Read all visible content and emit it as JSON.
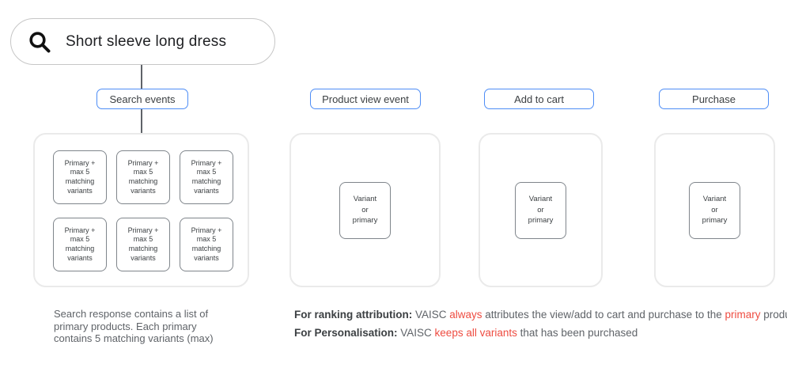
{
  "search": {
    "query": "Short sleeve long dress",
    "icon": "magnifier"
  },
  "events": {
    "search_events": {
      "label": "Search events"
    },
    "product_view": {
      "label": "Product view event"
    },
    "add_to_cart": {
      "label": "Add to cart"
    },
    "purchase": {
      "label": "Purchase"
    }
  },
  "boxes": {
    "primary": "Primary +\nmax 5\nmatching\nvariants",
    "variant": "Variant\nor\nprimary"
  },
  "notes": {
    "search_response": "Search response contains a list of\nprimary products. Each primary\ncontains 5 matching variants (max)",
    "ranking": {
      "label": "For ranking attribution:",
      "t1": " VAISC ",
      "red1": "always",
      "t2": " attributes the view/add to cart and purchase to the ",
      "red2": "primary",
      "t3": " product."
    },
    "personalisation": {
      "label": "For Personalisation:",
      "t1": " VAISC ",
      "red1": "keeps all variants",
      "t2": " that has been purchased"
    }
  },
  "colors": {
    "accent_blue": "#4e8df6",
    "highlight_red": "#ee4c41",
    "text_gray": "#5f6368",
    "text_dark": "#3c4043",
    "connector_gray": "#5f6368"
  }
}
